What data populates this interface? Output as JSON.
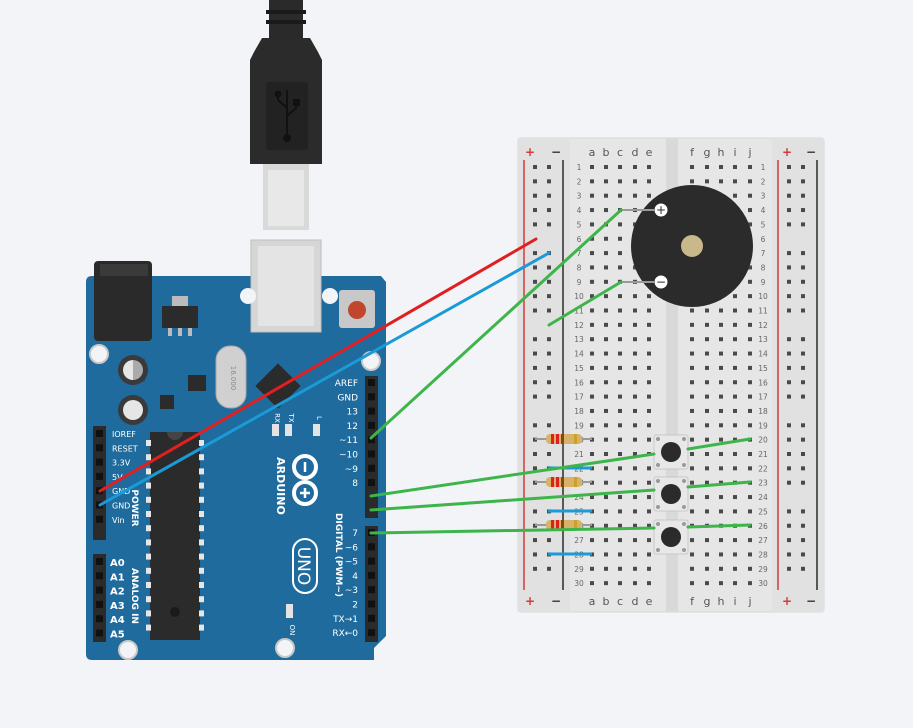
{
  "usb": {
    "symbol_icon": "usb-trident-icon"
  },
  "arduino": {
    "brand": "ARDUINO",
    "model": "UNO",
    "logo_icon": "arduino-infinity-logo",
    "crystal": "16.000",
    "power_header_title": "POWER",
    "analog_header_title": "ANALOG IN",
    "digital_header_title": "DIGITAL (PWM~)",
    "power_labels": [
      "IOREF",
      "RESET",
      "3.3V",
      "5V",
      "GND",
      "GND",
      "Vin"
    ],
    "analog_labels": [
      "A0",
      "A1",
      "A2",
      "A3",
      "A4",
      "A5"
    ],
    "digital_top_labels": [
      "AREF",
      "GND",
      "13",
      "12",
      "~11",
      "~10",
      "~9",
      "8"
    ],
    "digital_bottom_labels": [
      "7",
      "~6",
      "~5",
      "4",
      "~3",
      "2",
      "TX→1",
      "RX←0"
    ],
    "led_labels": {
      "rx": "RX",
      "tx": "TX",
      "l": "L",
      "on": "ON"
    }
  },
  "breadboard": {
    "columns_left": [
      "a",
      "b",
      "c",
      "d",
      "e"
    ],
    "columns_right": [
      "f",
      "g",
      "h",
      "i",
      "j"
    ],
    "rail_plus": "+",
    "rail_minus": "−",
    "rows": 30
  },
  "buzzer": {
    "plus_marker": "+",
    "minus_marker": "−"
  },
  "colors": {
    "board_blue": "#1f6b9e",
    "wire_red": "#e02020",
    "wire_blue": "#1a9ad6",
    "wire_green": "#3db54a",
    "breadboard": "#e8e8e8",
    "rail_red": "#d43a3a"
  }
}
